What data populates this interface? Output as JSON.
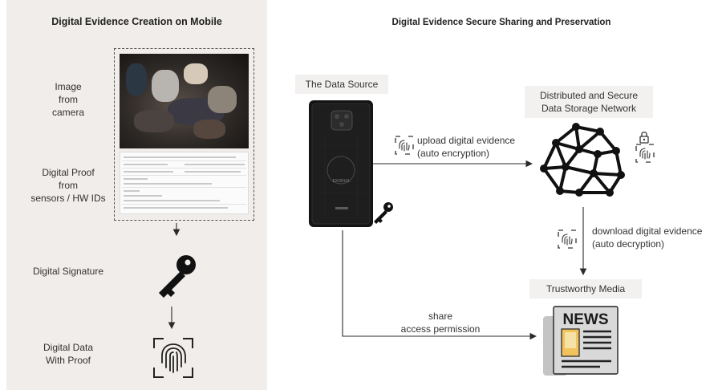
{
  "left_panel": {
    "title": "Digital Evidence Creation on Mobile",
    "labels": {
      "image": "Image\nfrom\ncamera",
      "proof": "Digital Proof\nfrom\nsensors / HW IDs",
      "signature": "Digital Signature",
      "data_with_proof": "Digital Data\nWith Proof"
    }
  },
  "right_panel": {
    "title": "Digital Evidence Secure Sharing and Preservation",
    "nodes": {
      "data_source": "The Data Source",
      "storage_network": "Distributed and Secure\nData Storage Network",
      "trustworthy_media": "Trustworthy Media"
    },
    "edges": {
      "upload": "upload digital evidence\n(auto encryption)",
      "download": "download digital evidence\n(auto decryption)",
      "share": "share\naccess permission"
    },
    "phone_brand": "EXODUS",
    "news_label": "NEWS"
  },
  "icons": {
    "key": "key-icon",
    "fingerprint": "fingerprint-icon",
    "lock": "lock-icon",
    "network": "network-mesh-icon",
    "newspaper": "newspaper-icon",
    "phone": "smartphone-icon"
  },
  "colors": {
    "panel_bg": "#f0edea",
    "ink": "#2b2b2b",
    "phone_body": "#141414"
  }
}
